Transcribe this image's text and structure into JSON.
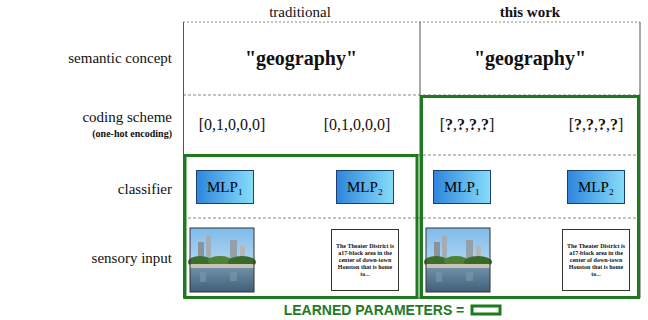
{
  "diagram": {
    "nodes": [
      {
        "text": [
          "MLP₁"
        ]
      },
      {
        "text": [
          "MLP₂"
        ]
      },
      {
        "text": [
          "MLP₁"
        ]
      },
      {
        "text": [
          "MLP₂"
        ]
      },
      {
        "text": [
          "The Theater District is a17-block area in the center of down-town Houston that is home to..."
        ]
      },
      {
        "text": [
          "The Theater District is a17-block area in the center of down-town Houston that is home to..."
        ]
      }
    ],
    "labels": [
      "traditional",
      "this work",
      "semantic concept",
      "coding scheme",
      "(one-hot encoding)",
      "classifier",
      "sensory input",
      "\"geography\"",
      "\"geography\"",
      "[0,1,0,0,0]",
      "[0,1,0,0,0]",
      "[?,?,?,?]",
      "[?,?,?,?]"
    ],
    "legend": [
      {
        "text": "LEARNED PARAMETERS ="
      }
    ]
  }
}
